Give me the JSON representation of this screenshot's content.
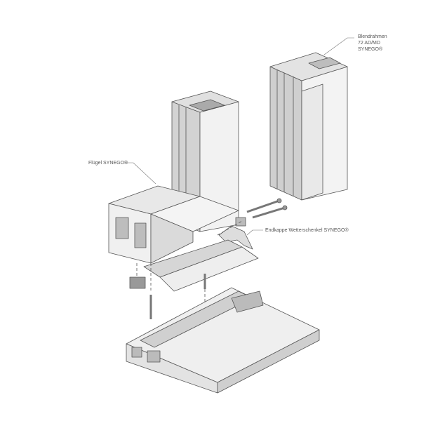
{
  "labels": {
    "blendrahmen": [
      "Blendrahmen",
      "72 AD/MD",
      "SYNEGO®"
    ],
    "fluegel": "Flügel SYNEGO®",
    "endkappe": "Endkappe Wetterschenkel SYNEGO®"
  },
  "colors": {
    "face_light": "#f2f2f2",
    "face_mid": "#d9d9d9",
    "face_dark": "#a8a8a8",
    "outline": "#555555",
    "text": "#555555"
  }
}
